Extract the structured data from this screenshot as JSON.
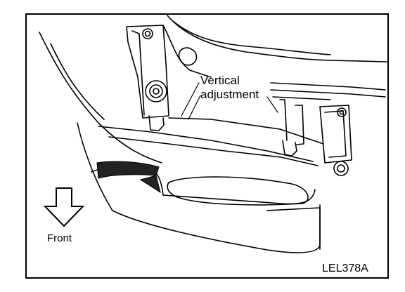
{
  "labels": {
    "vertical_line1": "Vertical",
    "vertical_line2": "adjustment",
    "front": "Front",
    "figure_code": "LEL378A"
  },
  "colors": {
    "ink": "#000000",
    "paper": "#ffffff",
    "shade": "#222222"
  },
  "icons": {
    "front_arrow": "down-arrow-icon"
  }
}
